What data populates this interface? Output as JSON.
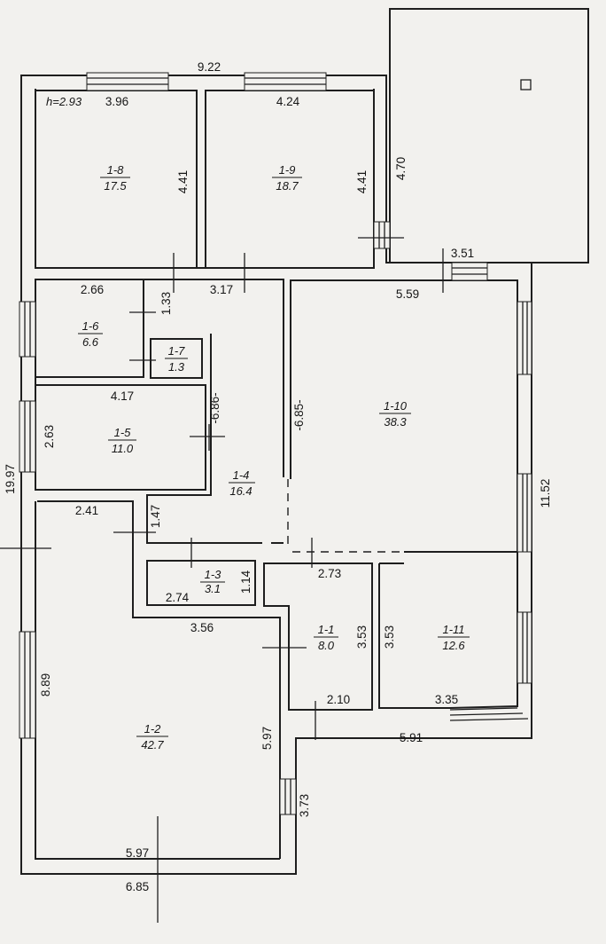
{
  "height_note": "h=2.93",
  "rooms": [
    {
      "id": "1-1",
      "area": "8.0"
    },
    {
      "id": "1-2",
      "area": "42.7"
    },
    {
      "id": "1-3",
      "area": "3.1"
    },
    {
      "id": "1-4",
      "area": "16.4"
    },
    {
      "id": "1-5",
      "area": "11.0"
    },
    {
      "id": "1-6",
      "area": "6.6"
    },
    {
      "id": "1-7",
      "area": "1.3"
    },
    {
      "id": "1-8",
      "area": "17.5"
    },
    {
      "id": "1-9",
      "area": "18.7"
    },
    {
      "id": "1-10",
      "area": "38.3"
    },
    {
      "id": "1-11",
      "area": "12.6"
    }
  ],
  "dims": {
    "top_total": "9.22",
    "r18_w": "3.96",
    "r18_h": "4.41",
    "r19_w": "4.24",
    "r19_h": "4.41",
    "terrace_h": "4.70",
    "r110_top_a": "3.51",
    "r110_top_b": "5.59",
    "r110_h": "-6.85-",
    "right_total": "11.52",
    "r16_w": "2.66",
    "corr_a": "1.33",
    "corr_w": "3.17",
    "r14_h": "-6.86-",
    "r15_w": "4.17",
    "r15_h": "2.63",
    "left_total": "19.97",
    "r12_top": "2.41",
    "step_h": "1.47",
    "r13_w": "2.74",
    "r13_h": "1.14",
    "r11_top": "2.73",
    "r11_h": "3.53",
    "r111_h": "3.53",
    "r12_mid": "3.56",
    "r12_left": "8.89",
    "r11_bottom": "2.10",
    "r111_bottom": "3.35",
    "bottom_right": "5.91",
    "r12_right": "5.97",
    "r12_right_low": "3.73",
    "r12_inner_bottom": "5.97",
    "bottom_total": "6.85"
  }
}
